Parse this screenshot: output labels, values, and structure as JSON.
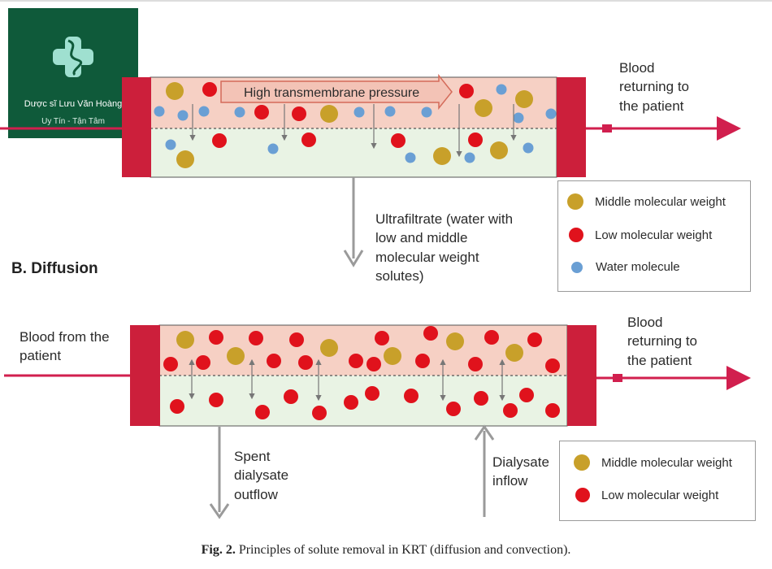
{
  "logo": {
    "name": "Dược sĩ Lưu Văn Hoàng",
    "tagline": "Uy Tín - Tận Tâm",
    "icon": "caduceus-cross-icon"
  },
  "convection": {
    "pressure_label": "High transmembrane pressure",
    "blood_out_label": "Blood returning to the patient",
    "ultrafiltrate_label": "Ultrafiltrate (water with low and middle molecular weight solutes)"
  },
  "legend_top": {
    "items": [
      {
        "label": "Middle molecular weight",
        "color": "#c8a02a"
      },
      {
        "label": "Low molecular weight",
        "color": "#e0121c"
      },
      {
        "label": "Water molecule",
        "color": "#6a9fd4"
      }
    ]
  },
  "diffusion": {
    "section_title": "B. Diffusion",
    "blood_in_label": "Blood from the patient",
    "blood_out_label": "Blood returning to the patient",
    "spent_label": "Spent dialysate outflow",
    "inflow_label": "Dialysate inflow"
  },
  "legend_bottom": {
    "items": [
      {
        "label": "Middle molecular weight",
        "color": "#c8a02a"
      },
      {
        "label": "Low molecular weight",
        "color": "#e0121c"
      }
    ]
  },
  "caption": {
    "prefix": "Fig. 2.",
    "text": " Principles of solute removal in KRT (diffusion and convection)."
  },
  "colors": {
    "blood_line": "#d11f4e",
    "cap": "#cc1f3b",
    "blood_compartment": "#f6d0c4",
    "dialysate_compartment": "#e9f3e4",
    "arrow_grey": "#9a9a9a"
  }
}
